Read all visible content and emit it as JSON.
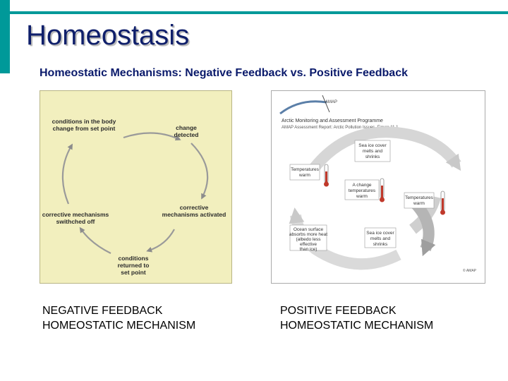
{
  "slide": {
    "title": "Homeostasis",
    "subtitle": "Homeostatic Mechanisms:  Negative Feedback vs. Positive Feedback",
    "accent_color": "#009999",
    "title_color": "#0f1f6b"
  },
  "negative_diagram": {
    "labels": {
      "conditions_changed_1": "conditions in the body",
      "conditions_changed_2": "change from set point",
      "change_detected_1": "change",
      "change_detected_2": "detected",
      "corrective_activated_1": "corrective",
      "corrective_activated_2": "mechanisms activated",
      "returned_1": "conditions",
      "returned_2": "returned to",
      "returned_3": "set point",
      "switched_off_1": "corrective mechanisms",
      "switched_off_2": "swithched off"
    },
    "background_color": "#f2efbe"
  },
  "positive_diagram": {
    "header": {
      "program_title": "Arctic Monitoring and Assessment Programme",
      "report_line": "AMAP Assessment Report: Arctic Pollution Issues, Figure 11.1"
    },
    "labels": {
      "sea_ice_1": "Sea ice cover",
      "sea_ice_2": "melts and",
      "sea_ice_3": "shrinks",
      "temp_warm_left_1": "Temperatures",
      "temp_warm_left_2": "warm",
      "change_1": "A change",
      "change_2": "temperatures",
      "change_3": "warm",
      "temp_warm_right_1": "Temperatures",
      "temp_warm_right_2": "warm",
      "ocean_1": "Ocean surface",
      "ocean_2": "absorbs more heat",
      "ocean_3": "(albedo less",
      "ocean_4": "effective",
      "ocean_5": "than ice)",
      "sea_ice_more_1": "Sea ice cover",
      "sea_ice_more_2": "melts and",
      "sea_ice_more_3": "shrinks",
      "credit": "© AMAP"
    }
  },
  "captions": {
    "negative_line1": "NEGATIVE FEEDBACK",
    "negative_line2": "HOMEOSTATIC MECHANISM",
    "positive_line1": "POSITIVE FEEDBACK",
    "positive_line2": "HOMEOSTATIC MECHANISM"
  }
}
